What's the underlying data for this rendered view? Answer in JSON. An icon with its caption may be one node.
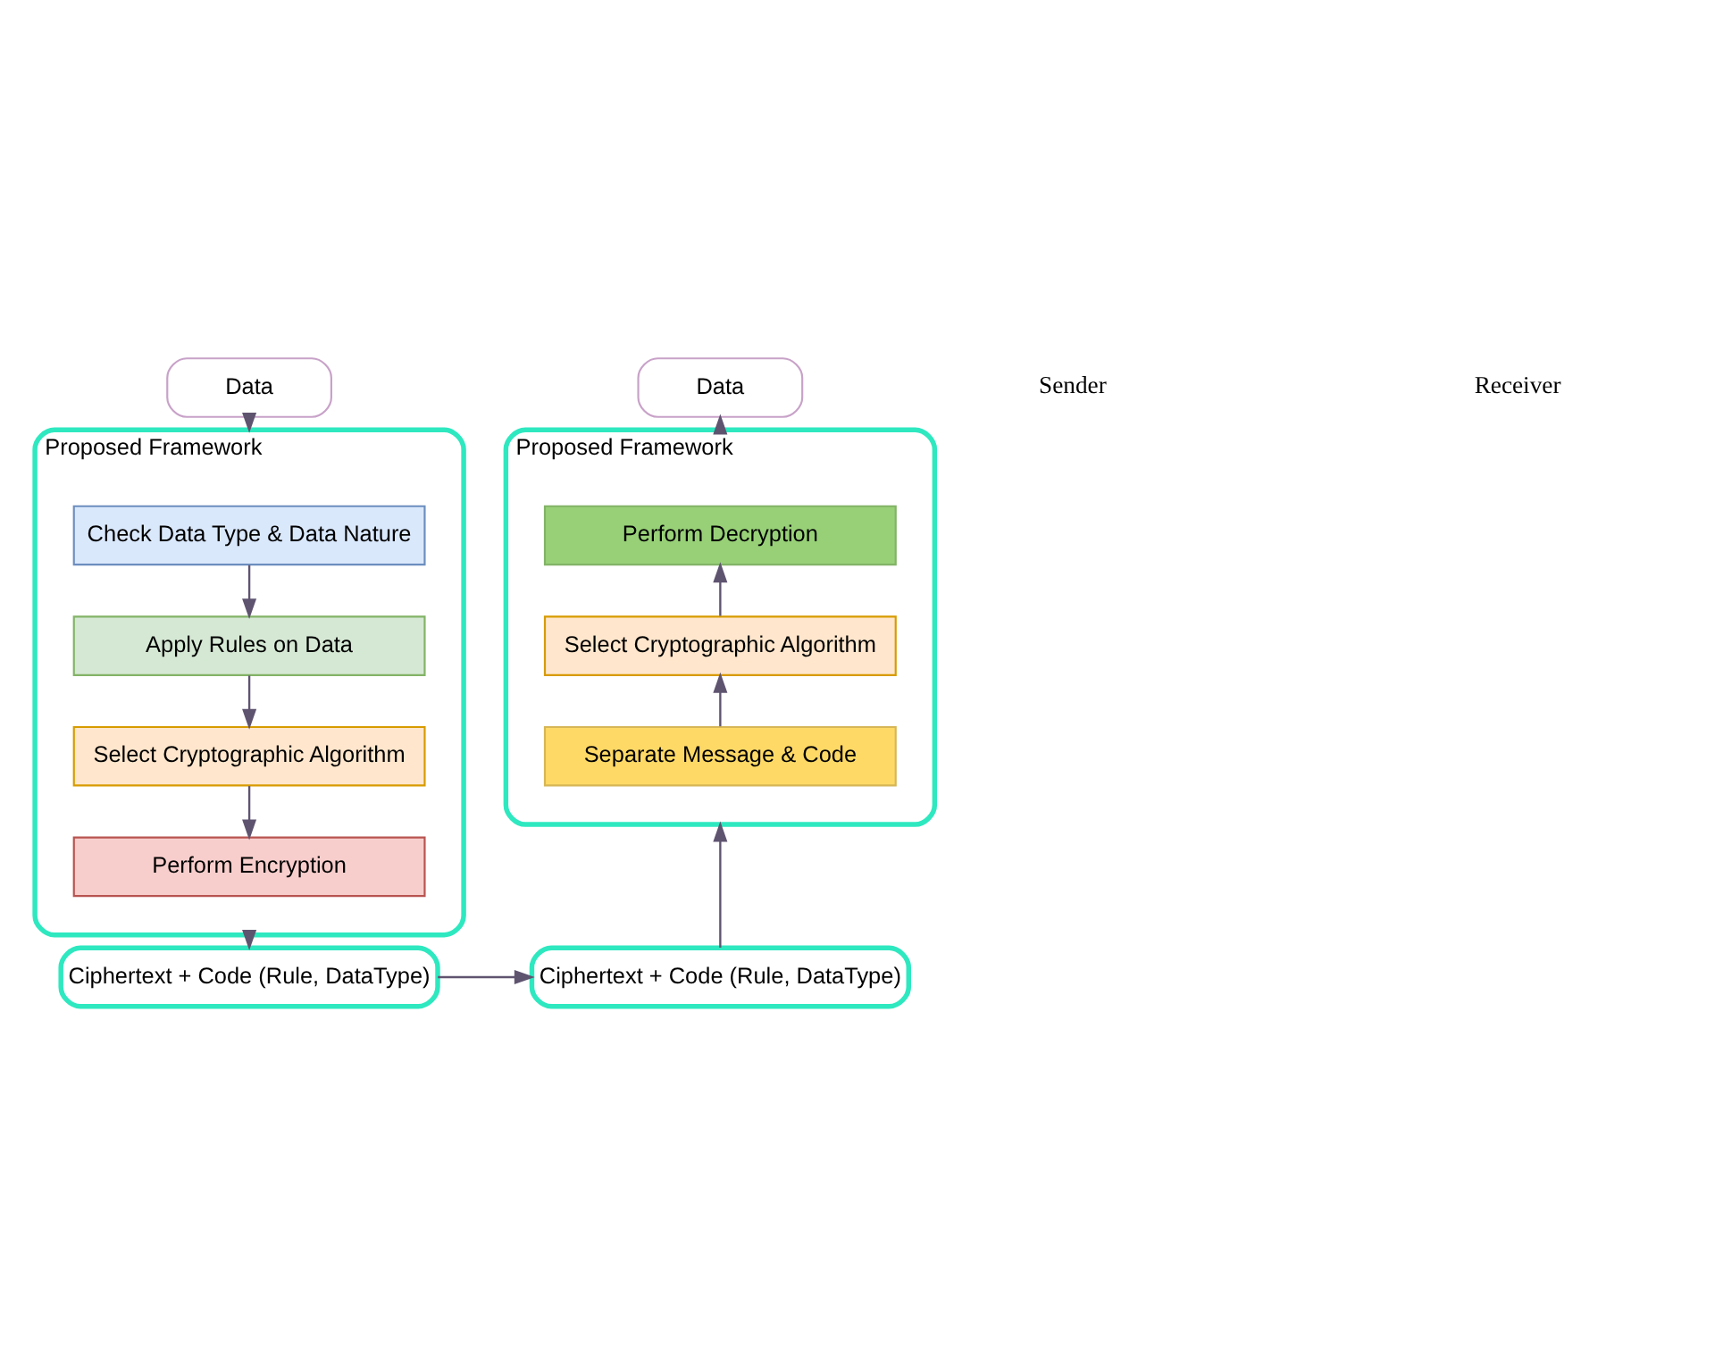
{
  "diagram": {
    "nodes": [
      {
        "text": [
          "Data"
        ]
      },
      {
        "text": [
          "Proposed Framework"
        ]
      },
      {
        "text": [
          "Check Data Type & Data Nature"
        ],
        "in": 1
      },
      {
        "text": [
          "Apply Rules on Data"
        ],
        "in": 1
      },
      {
        "text": [
          "Select Cryptographic Algorithm"
        ],
        "in": 1
      },
      {
        "text": [
          "Perform Encryption"
        ],
        "in": 1
      },
      {
        "text": [
          "Ciphertext + Code (Rule, DataType)"
        ]
      },
      {
        "text": [
          "Ciphertext + Code (Rule, DataType)"
        ]
      },
      {
        "text": [
          "Proposed Framework"
        ]
      },
      {
        "text": [
          "Perform Decryption"
        ],
        "in": 8
      },
      {
        "text": [
          "Select Cryptographic Algorithm"
        ],
        "in": 8
      },
      {
        "text": [
          "Separate Message & Code"
        ],
        "in": 8
      },
      {
        "text": [
          "Data"
        ]
      }
    ],
    "edges": [
      {
        "from": 0,
        "to": 1,
        "arrow": "to"
      },
      {
        "from": 2,
        "to": 3,
        "arrow": "to"
      },
      {
        "from": 3,
        "to": 4,
        "arrow": "to"
      },
      {
        "from": 4,
        "to": 5,
        "arrow": "to"
      },
      {
        "from": 1,
        "to": 6,
        "arrow": "to"
      },
      {
        "from": 6,
        "to": 7,
        "arrow": "to"
      },
      {
        "from": 7,
        "to": 8,
        "arrow": "to"
      },
      {
        "from": 11,
        "to": 10,
        "arrow": "to"
      },
      {
        "from": 10,
        "to": 9,
        "arrow": "to"
      },
      {
        "from": 8,
        "to": 12,
        "arrow": "to"
      }
    ],
    "labels": [
      "Sender",
      "Receiver"
    ]
  }
}
